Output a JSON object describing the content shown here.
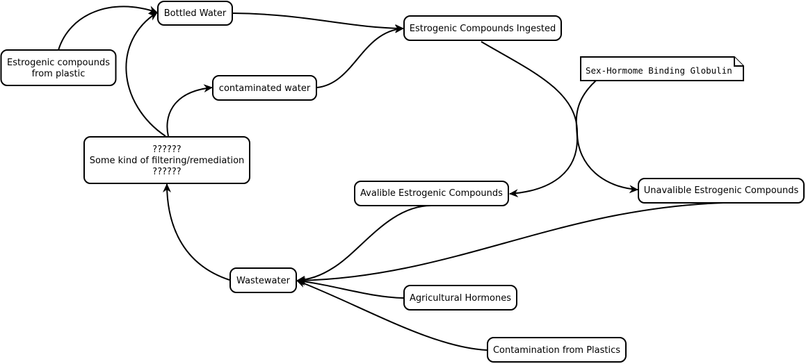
{
  "diagram": {
    "type": "flowchart",
    "nodes": [
      {
        "id": "plastic",
        "lines": [
          "Estrogenic compounds",
          "from plastic"
        ]
      },
      {
        "id": "bottled",
        "lines": [
          "Bottled Water"
        ]
      },
      {
        "id": "ingested",
        "lines": [
          "Estrogenic Compounds Ingested"
        ]
      },
      {
        "id": "contaminated",
        "lines": [
          "contaminated water"
        ]
      },
      {
        "id": "filtering",
        "lines": [
          "??????",
          "Some kind of filtering/remediation",
          "??????"
        ]
      },
      {
        "id": "available",
        "lines": [
          "Avalible Estrogenic Compounds"
        ]
      },
      {
        "id": "unavailable",
        "lines": [
          "Unavalible Estrogenic Compounds"
        ]
      },
      {
        "id": "wastewater",
        "lines": [
          "Wastewater"
        ]
      },
      {
        "id": "agricultural",
        "lines": [
          "Agricultural Hormones"
        ]
      },
      {
        "id": "contam_plastics",
        "lines": [
          "Contamination from Plastics"
        ]
      }
    ],
    "notes": [
      {
        "id": "shbg",
        "text": "Sex-Hormome Binding Globulin"
      }
    ],
    "edges": [
      {
        "from": "plastic",
        "to": "bottled",
        "arrow": true
      },
      {
        "from": "filtering",
        "to": "bottled",
        "arrow": true
      },
      {
        "from": "filtering",
        "to": "contaminated",
        "arrow": true
      },
      {
        "from": "bottled",
        "to": "ingested",
        "arrow": true
      },
      {
        "from": "contaminated",
        "to": "ingested",
        "arrow": true
      },
      {
        "from": "ingested",
        "to": "unavailable",
        "arrow": true
      },
      {
        "from": "shbg",
        "to": "available",
        "arrow": true
      },
      {
        "from": "available",
        "to": "wastewater",
        "arrow": true
      },
      {
        "from": "unavailable",
        "to": "wastewater",
        "arrow": true
      },
      {
        "from": "agricultural",
        "to": "wastewater",
        "arrow": true
      },
      {
        "from": "contam_plastics",
        "to": "wastewater",
        "arrow": true
      },
      {
        "from": "wastewater",
        "to": "filtering",
        "arrow": true
      }
    ]
  }
}
